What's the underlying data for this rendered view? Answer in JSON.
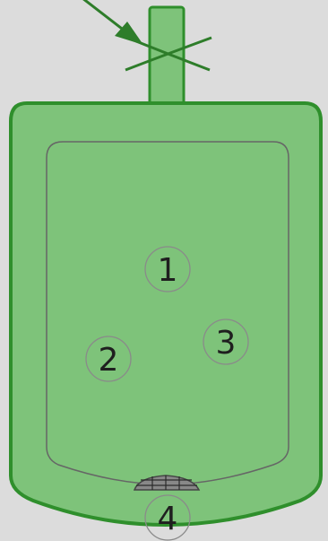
{
  "diagram": {
    "colors": {
      "background": "#dcdcdc",
      "bag_fill": "#7ec37a",
      "bag_stroke": "#2f8f2c",
      "inner_seam": "#666666",
      "pointer": "#2e7d2a",
      "clamp": "#2e7d2a",
      "filter": "#555555",
      "marker_stroke": "#8a8a8a"
    },
    "markers": [
      {
        "id": "1",
        "label": "1"
      },
      {
        "id": "2",
        "label": "2"
      },
      {
        "id": "3",
        "label": "3"
      },
      {
        "id": "4",
        "label": "4"
      }
    ]
  }
}
